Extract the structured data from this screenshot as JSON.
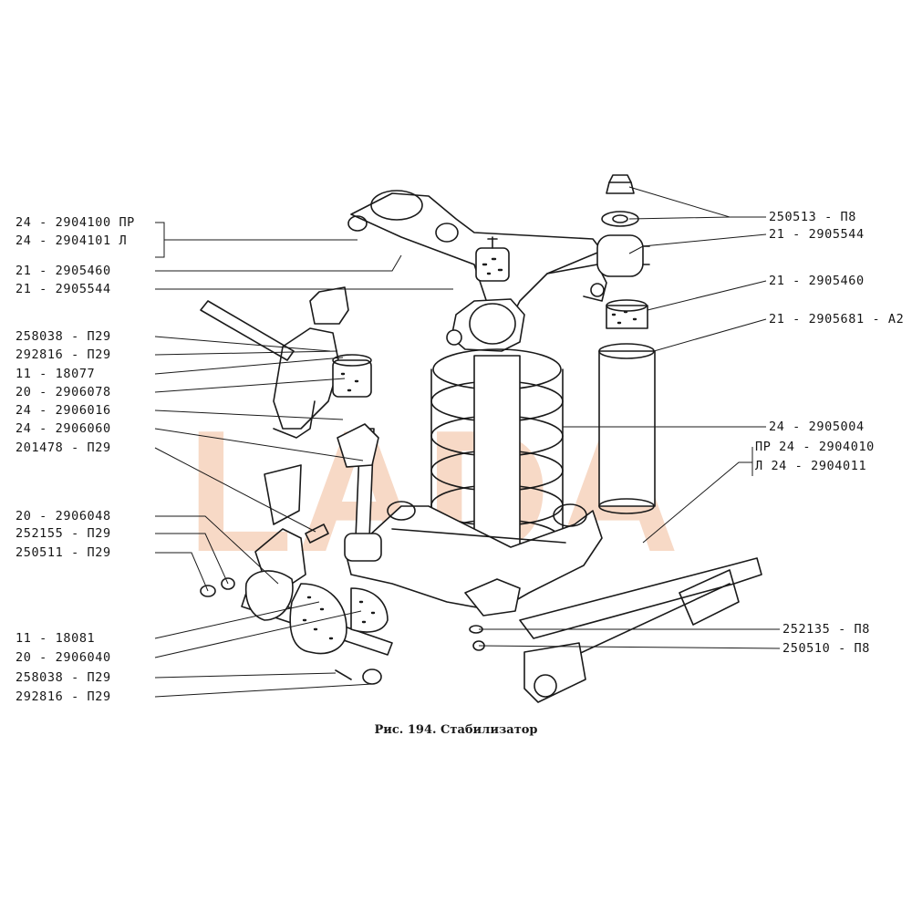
{
  "caption": "Рис. 194. Стабилизатор",
  "watermark": "LADA",
  "colors": {
    "ink": "#1a1a1a",
    "watermark": "#f7d9c6",
    "paper": "#ffffff"
  },
  "labels_left": [
    "24 - 2904100  ПР",
    "24 - 2904101   Л",
    "21 - 2905460",
    "21 - 2905544",
    "258038 - П29",
    "292816 - П29",
    "11 - 18077",
    "20 - 2906078",
    "24 - 2906016",
    "24 - 2906060",
    "201478 - П29",
    "20 - 2906048",
    "252155 - П29",
    "250511 - П29",
    "11 - 18081",
    "20 - 2906040",
    "258038 - П29",
    "292816 - П29"
  ],
  "labels_right": [
    "250513 - П8",
    "21 - 2905544",
    "21 - 2905460",
    "21 - 2905681 - А2",
    "24 - 2905004",
    "ПР  24 - 2904010",
    "Л   24 - 2904011",
    "252135 - П8",
    "250510 - П8"
  ]
}
